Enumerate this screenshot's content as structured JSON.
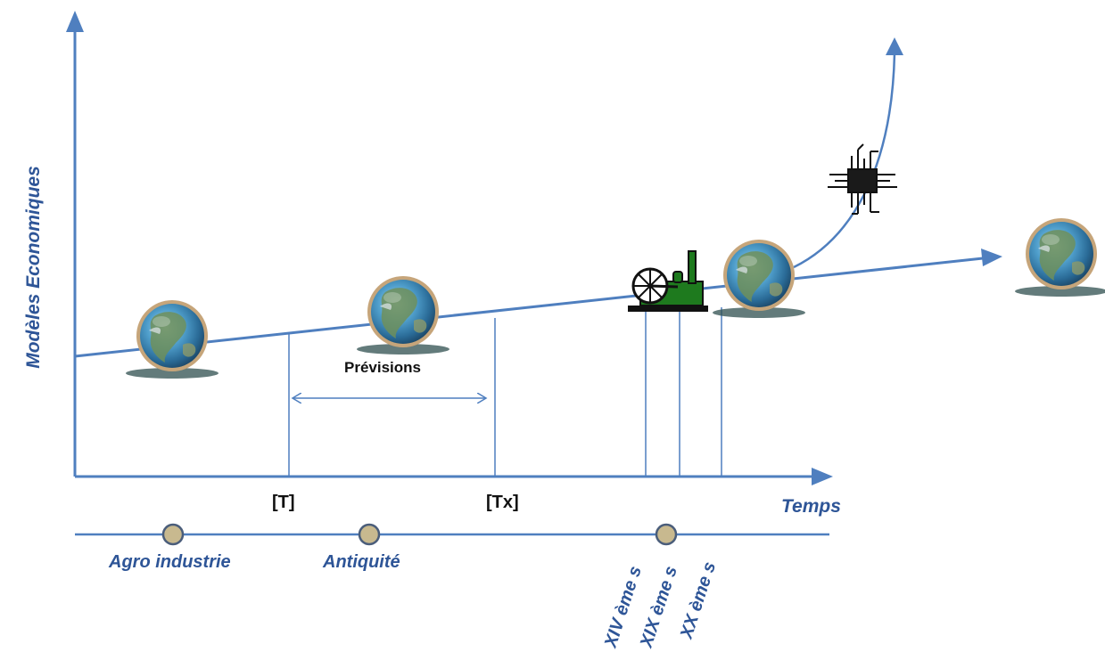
{
  "diagram": {
    "y_axis_title": "Modèles Economiques",
    "x_axis_title": "Temps",
    "time_markers": [
      "[T]",
      "[Tx]"
    ],
    "forecast_label": "Prévisions",
    "eras": [
      "Agro industrie",
      "Antiquité",
      "XIV ème s",
      "XIX ème s",
      "XX ème s"
    ],
    "icons": [
      "globe-icon",
      "steam-engine-icon",
      "microchip-icon"
    ],
    "colors": {
      "axis": "#4f7fbf",
      "label_blue": "#2e5597",
      "era_dot_fill": "#c8b98f",
      "era_dot_stroke": "#4a5d7a",
      "engine_green": "#1e7a1e"
    }
  }
}
